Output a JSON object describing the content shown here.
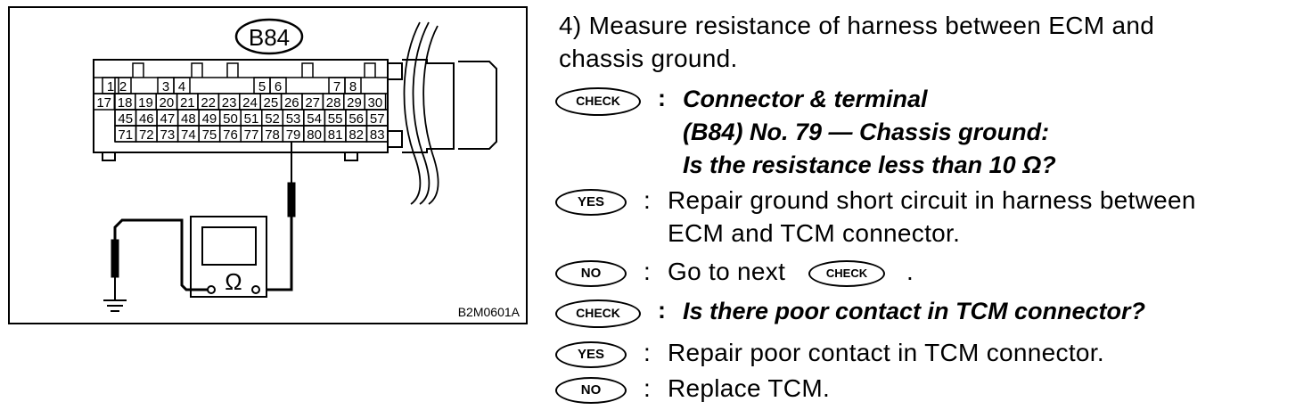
{
  "diagram": {
    "connector_id": "B84",
    "figure_id": "B2M0601A",
    "ohm_symbol": "Ω",
    "top_row": [
      "1",
      "2",
      "3",
      "4",
      "5",
      "6",
      "7",
      "8"
    ],
    "row2": [
      "17",
      "18",
      "19",
      "20",
      "21",
      "22",
      "23",
      "24",
      "25",
      "26",
      "27",
      "28",
      "29",
      "30"
    ],
    "row3": [
      "45",
      "46",
      "47",
      "48",
      "49",
      "50",
      "51",
      "52",
      "53",
      "54",
      "55",
      "56",
      "57"
    ],
    "row4": [
      "71",
      "72",
      "73",
      "74",
      "75",
      "76",
      "77",
      "78",
      "79",
      "80",
      "81",
      "82",
      "83"
    ]
  },
  "step": {
    "intro": [
      "4) Measure resistance of harness between ECM and",
      "chassis ground."
    ],
    "check1": {
      "badge": "CHECK",
      "lines": [
        "Connector & terminal",
        "(B84) No. 79 — Chassis ground:",
        "Is the resistance less than 10 Ω?"
      ]
    },
    "yes1": {
      "badge": "YES",
      "lines": [
        "Repair ground short circuit in harness between",
        "ECM and TCM connector."
      ]
    },
    "no1": {
      "badge": "NO",
      "text": "Go to next",
      "inline_badge": "CHECK",
      "tail": "."
    },
    "check2": {
      "badge": "CHECK",
      "text": "Is there poor contact in TCM connector?"
    },
    "yes2": {
      "badge": "YES",
      "text": "Repair poor contact in TCM connector."
    },
    "no2": {
      "badge": "NO",
      "text": "Replace TCM."
    }
  }
}
